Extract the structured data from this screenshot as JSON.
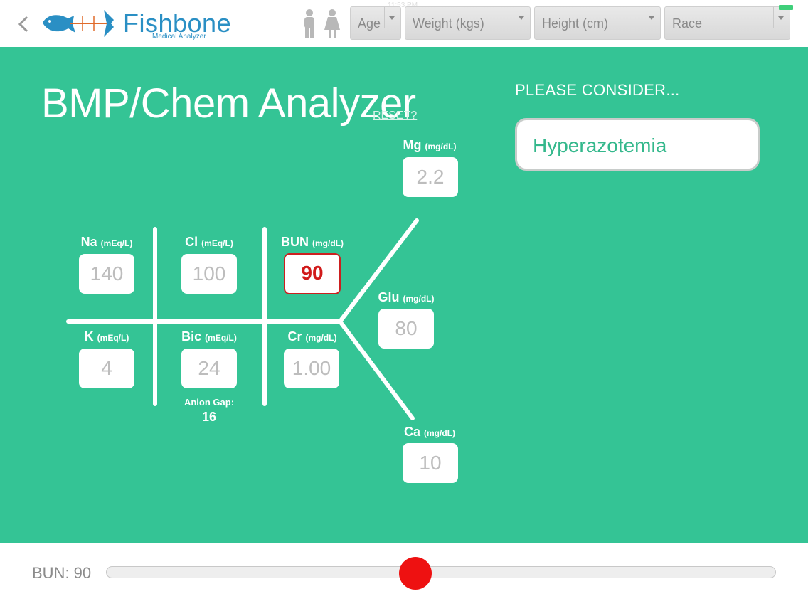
{
  "header": {
    "logo_title": "Fishbone",
    "logo_subtitle": "Medical Analyzer",
    "status_time": "11:53 PM",
    "filters": [
      {
        "label": "Age"
      },
      {
        "label": "Weight (kgs)"
      },
      {
        "label": "Height (cm)"
      },
      {
        "label": "Race"
      }
    ],
    "icons": [
      "back-chevron-icon",
      "fish-logo-icon",
      "male-female-icon",
      "battery-icon"
    ]
  },
  "main": {
    "title": "BMP/Chem Analyzer",
    "reset_label": "RESET?",
    "consider_heading": "PLEASE CONSIDER...",
    "suggestion": "Hyperazotemia"
  },
  "labs": {
    "na": {
      "name": "Na",
      "unit": "(mEq/L)",
      "value": "140"
    },
    "cl": {
      "name": "Cl",
      "unit": "(mEq/L)",
      "value": "100"
    },
    "bun": {
      "name": "BUN",
      "unit": "(mg/dL)",
      "value": "90",
      "abnormal": true
    },
    "k": {
      "name": "K",
      "unit": "(mEq/L)",
      "value": "4"
    },
    "bic": {
      "name": "Bic",
      "unit": "(mEq/L)",
      "value": "24"
    },
    "cr": {
      "name": "Cr",
      "unit": "(mg/dL)",
      "value": "1.00"
    },
    "mg": {
      "name": "Mg",
      "unit": "(mg/dL)",
      "value": "2.2"
    },
    "glu": {
      "name": "Glu",
      "unit": "(mg/dL)",
      "value": "80"
    },
    "ca": {
      "name": "Ca",
      "unit": "(mg/dL)",
      "value": "10"
    },
    "anion_gap_label": "Anion Gap:",
    "anion_gap_value": "16"
  },
  "colors": {
    "background": "#34c495",
    "abnormal": "#d11a1a",
    "slider_thumb": "#ee1111",
    "logo_blue": "#2a8fc4"
  },
  "slider": {
    "label": "BUN: 90",
    "position_fraction": 0.46
  }
}
